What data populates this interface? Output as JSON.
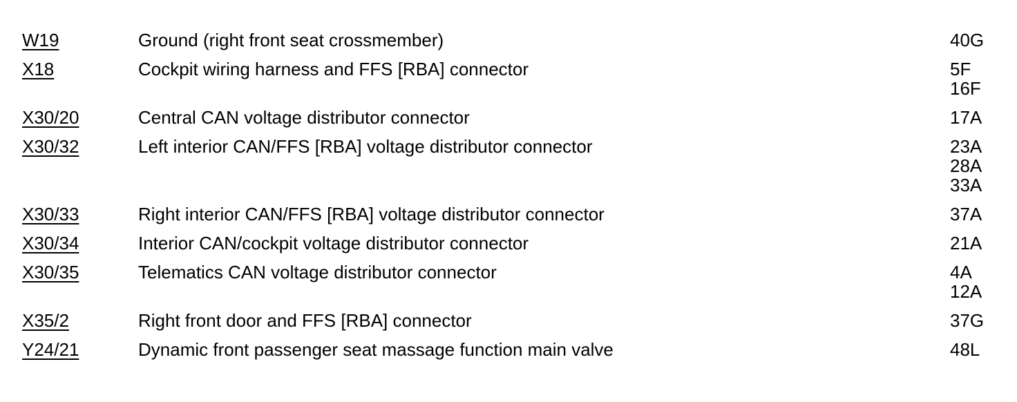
{
  "page": {
    "background_color": "#ffffff",
    "text_color": "#000000"
  },
  "component_table": {
    "rows": [
      {
        "code": "W19",
        "description": "Ground (right front seat crossmember)",
        "locations": [
          "40G"
        ]
      },
      {
        "code": "X18",
        "description": "Cockpit wiring harness and FFS [RBA] connector",
        "locations": [
          "5F",
          "16F"
        ]
      },
      {
        "code": "X30/20",
        "description": "Central CAN voltage distributor connector",
        "locations": [
          "17A"
        ]
      },
      {
        "code": "X30/32",
        "description": "Left interior CAN/FFS [RBA] voltage distributor connector",
        "locations": [
          "23A",
          "28A",
          "33A"
        ]
      },
      {
        "code": "X30/33",
        "description": "Right interior CAN/FFS [RBA] voltage distributor connector",
        "locations": [
          "37A"
        ]
      },
      {
        "code": "X30/34",
        "description": "Interior CAN/cockpit voltage distributor connector",
        "locations": [
          "21A"
        ]
      },
      {
        "code": "X30/35",
        "description": "Telematics CAN voltage distributor connector",
        "locations": [
          "4A",
          "12A"
        ]
      },
      {
        "code": "X35/2",
        "description": "Right front door and FFS [RBA] connector",
        "locations": [
          "37G"
        ]
      },
      {
        "code": "Y24/21",
        "description": "Dynamic front passenger seat massage function main valve",
        "locations": [
          "48L"
        ]
      }
    ]
  }
}
